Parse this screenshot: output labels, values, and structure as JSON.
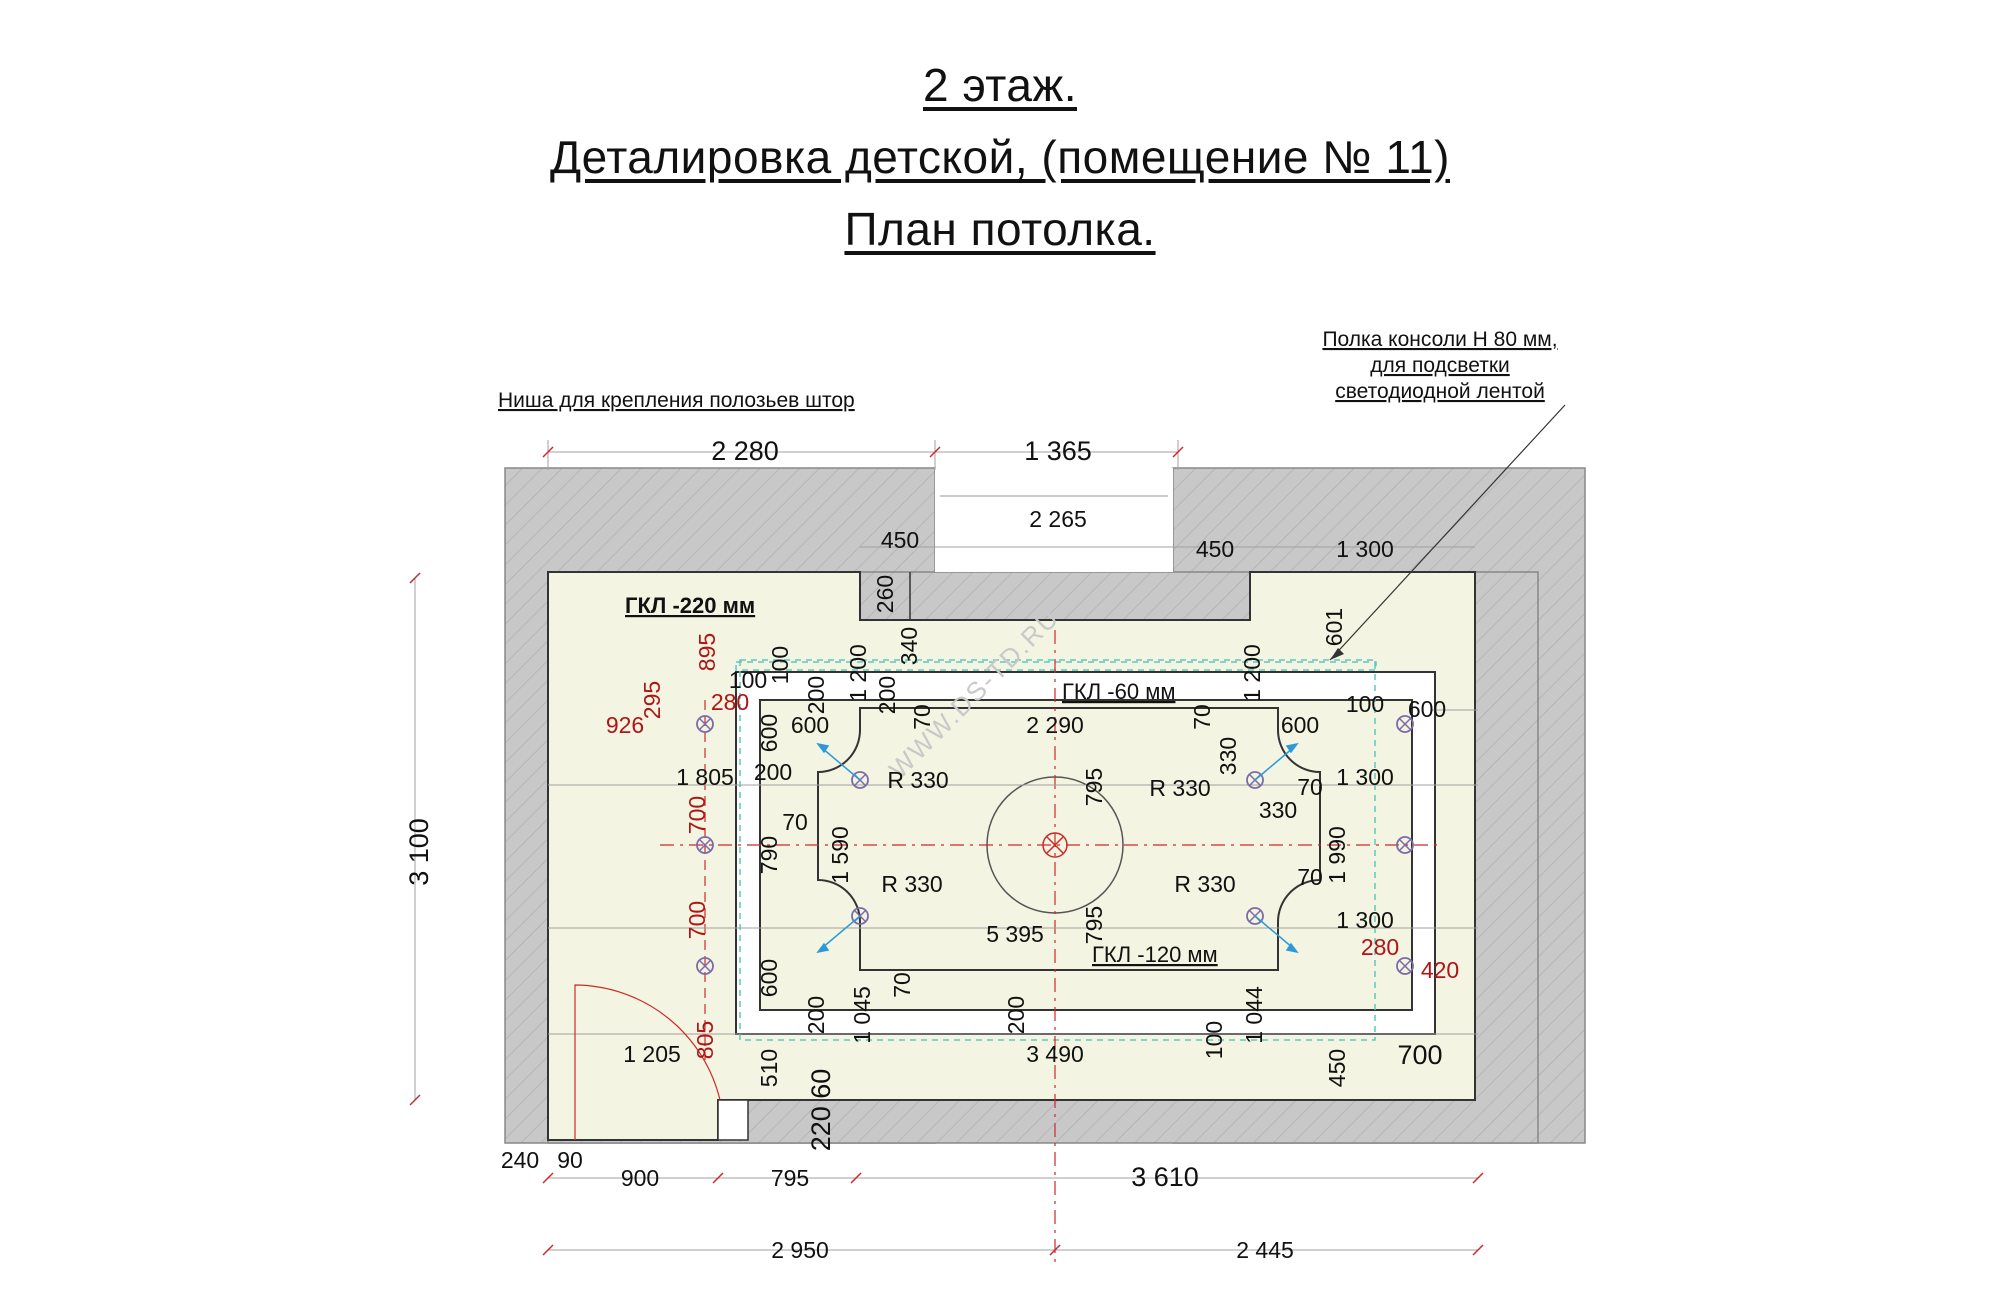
{
  "title": {
    "line1": "2 этаж.",
    "line2": "Деталировка  детской, (помещение  № 11)",
    "line3": "План  потолка."
  },
  "notes": {
    "curtain_niche": "Ниша для крепления полозьев штор",
    "console_shelf": [
      "Полка консоли Н 80 мм,",
      "для  подсветки",
      "светодиодной лентой"
    ]
  },
  "zones": {
    "gkl_220": "ГКЛ -220 мм",
    "gkl_60": "ГКЛ -60 мм",
    "gkl_120": "ГКЛ -120 мм"
  },
  "watermark": "WWW.DS-TD.RU",
  "colors": {
    "wall": "#c8c8c8",
    "ceiling_fill": "#f4f4e2",
    "dim_red": "#b01515",
    "guide_red": "#cc2a2a",
    "dash_cyan": "#5fc8c0",
    "fixture": "#7b6ba8",
    "arrow_blue": "#2a9bd8"
  },
  "dims": {
    "top_2280": "2 280",
    "top_1365": "1 365",
    "window_2265": "2 265",
    "left_450": "450",
    "right_450": "450",
    "right_1300_top": "1 300",
    "d260": "260",
    "d340": "340",
    "d601": "601",
    "d895": "895",
    "d295": "295",
    "d280a": "280",
    "d926": "926",
    "d100a": "100",
    "d100b": "100",
    "d1200a": "1 200",
    "d200a": "200",
    "d200b": "200",
    "d70a": "70",
    "d1200b": "1 200",
    "d70b": "70",
    "d100c": "100",
    "d600r": "600",
    "d600a": "600",
    "d600b": "600",
    "d2290": "2 290",
    "d600c": "600",
    "d1805": "1 805",
    "d200c": "200",
    "r330a": "R 330",
    "d795a": "795",
    "r330b": "R 330",
    "d330v": "330",
    "d70c": "70",
    "d1300a": "1 300",
    "d700a": "700",
    "d330h": "330",
    "d70d": "70",
    "d790": "790",
    "d1590": "1 590",
    "d3100": "3 100",
    "d1990": "1 990",
    "r330c": "R 330",
    "r330d": "R 330",
    "d70e": "70",
    "d700b": "700",
    "d795b": "795",
    "d5395": "5 395",
    "d1300b": "1 300",
    "d280b": "280",
    "d420": "420",
    "d600d": "600",
    "d70f": "70",
    "d200d": "200",
    "d1045": "1 045",
    "d200e": "200",
    "d100d": "100",
    "d1044": "1 044",
    "d805": "805",
    "d1205": "1 205",
    "d510": "510",
    "d3490": "3 490",
    "d450c": "450",
    "d700c": "700",
    "d220_60": "220 60",
    "d240": "240",
    "d90": "90",
    "d900": "900",
    "d795c": "795",
    "d3610": "3 610",
    "d2950": "2 950",
    "d2445": "2 445"
  }
}
